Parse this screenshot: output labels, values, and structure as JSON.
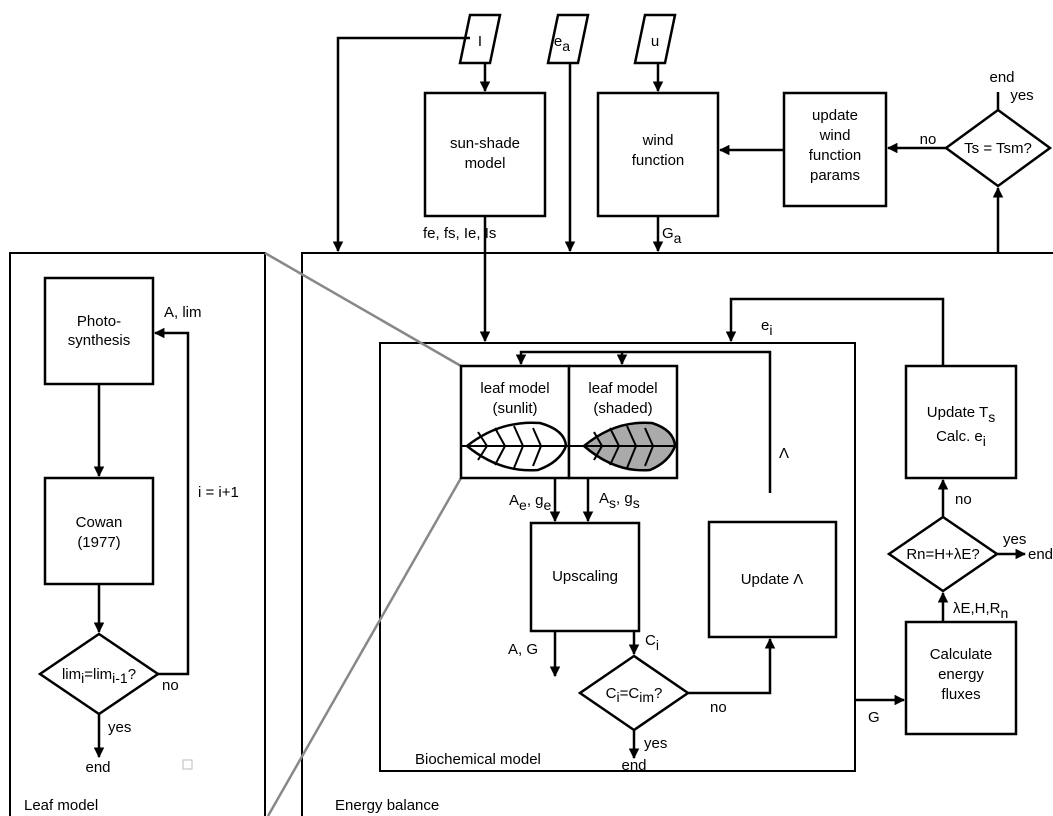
{
  "inputs": {
    "I": "I",
    "ea": "e",
    "ea_sub": "a",
    "u": "u"
  },
  "blocks": {
    "sun_shade": [
      "sun-shade",
      "model"
    ],
    "wind_function": [
      "wind",
      "function"
    ],
    "update_wind": [
      "update",
      "wind",
      "function",
      "params"
    ],
    "photosynthesis": [
      "Photo-",
      "synthesis"
    ],
    "cowan": [
      "Cowan",
      "(1977)"
    ],
    "leaf_sunlit": [
      "leaf model",
      "(sunlit)"
    ],
    "leaf_shaded": [
      "leaf model",
      "(shaded)"
    ],
    "upscaling": "Upscaling",
    "update_lambda": "Update Λ",
    "update_ts": {
      "line1": "Update T",
      "line1_sub": "s",
      "line2": "Calc. e",
      "line2_sub": "i"
    },
    "calc_energy": [
      "Calculate",
      "energy",
      "fluxes"
    ]
  },
  "decisions": {
    "ts_tsm": "Ts = Tsm?",
    "lim": {
      "a": "lim",
      "a_sub": "i",
      "b": "=lim",
      "b_sub": "i-1",
      "c": "?"
    },
    "ci": {
      "a": "C",
      "a_sub": "i",
      "b": "=C",
      "b_sub": "im",
      "c": "?"
    },
    "rn": "Rn=H+λE?"
  },
  "labels": {
    "end": "end",
    "yes": "yes",
    "no": "no",
    "fluxes_out": "fe, fs, Ie, Is",
    "ga": "G",
    "ga_sub": "a",
    "a_lim": "A, lim",
    "i_incr": "i = i+1",
    "ei": "e",
    "ei_sub": "i",
    "lambda": "Λ",
    "ae_ge": {
      "a": "A",
      "a_sub": "e",
      "b": ", g",
      "b_sub": "e"
    },
    "as_gs": {
      "a": "A",
      "a_sub": "s",
      "b": ", g",
      "b_sub": "s"
    },
    "a_g": "A, G",
    "ci_out": "C",
    "ci_out_sub": "i",
    "g": "G",
    "le_h_rn": "λE,H,R",
    "le_h_rn_sub": "n"
  },
  "sections": {
    "leaf_model": "Leaf model",
    "energy_balance": "Energy balance",
    "biochemical_model": "Biochemical model"
  },
  "colors": {
    "stroke": "#000000",
    "zoom_lines": "#888888",
    "shaded_leaf": "#aaaaaa"
  }
}
